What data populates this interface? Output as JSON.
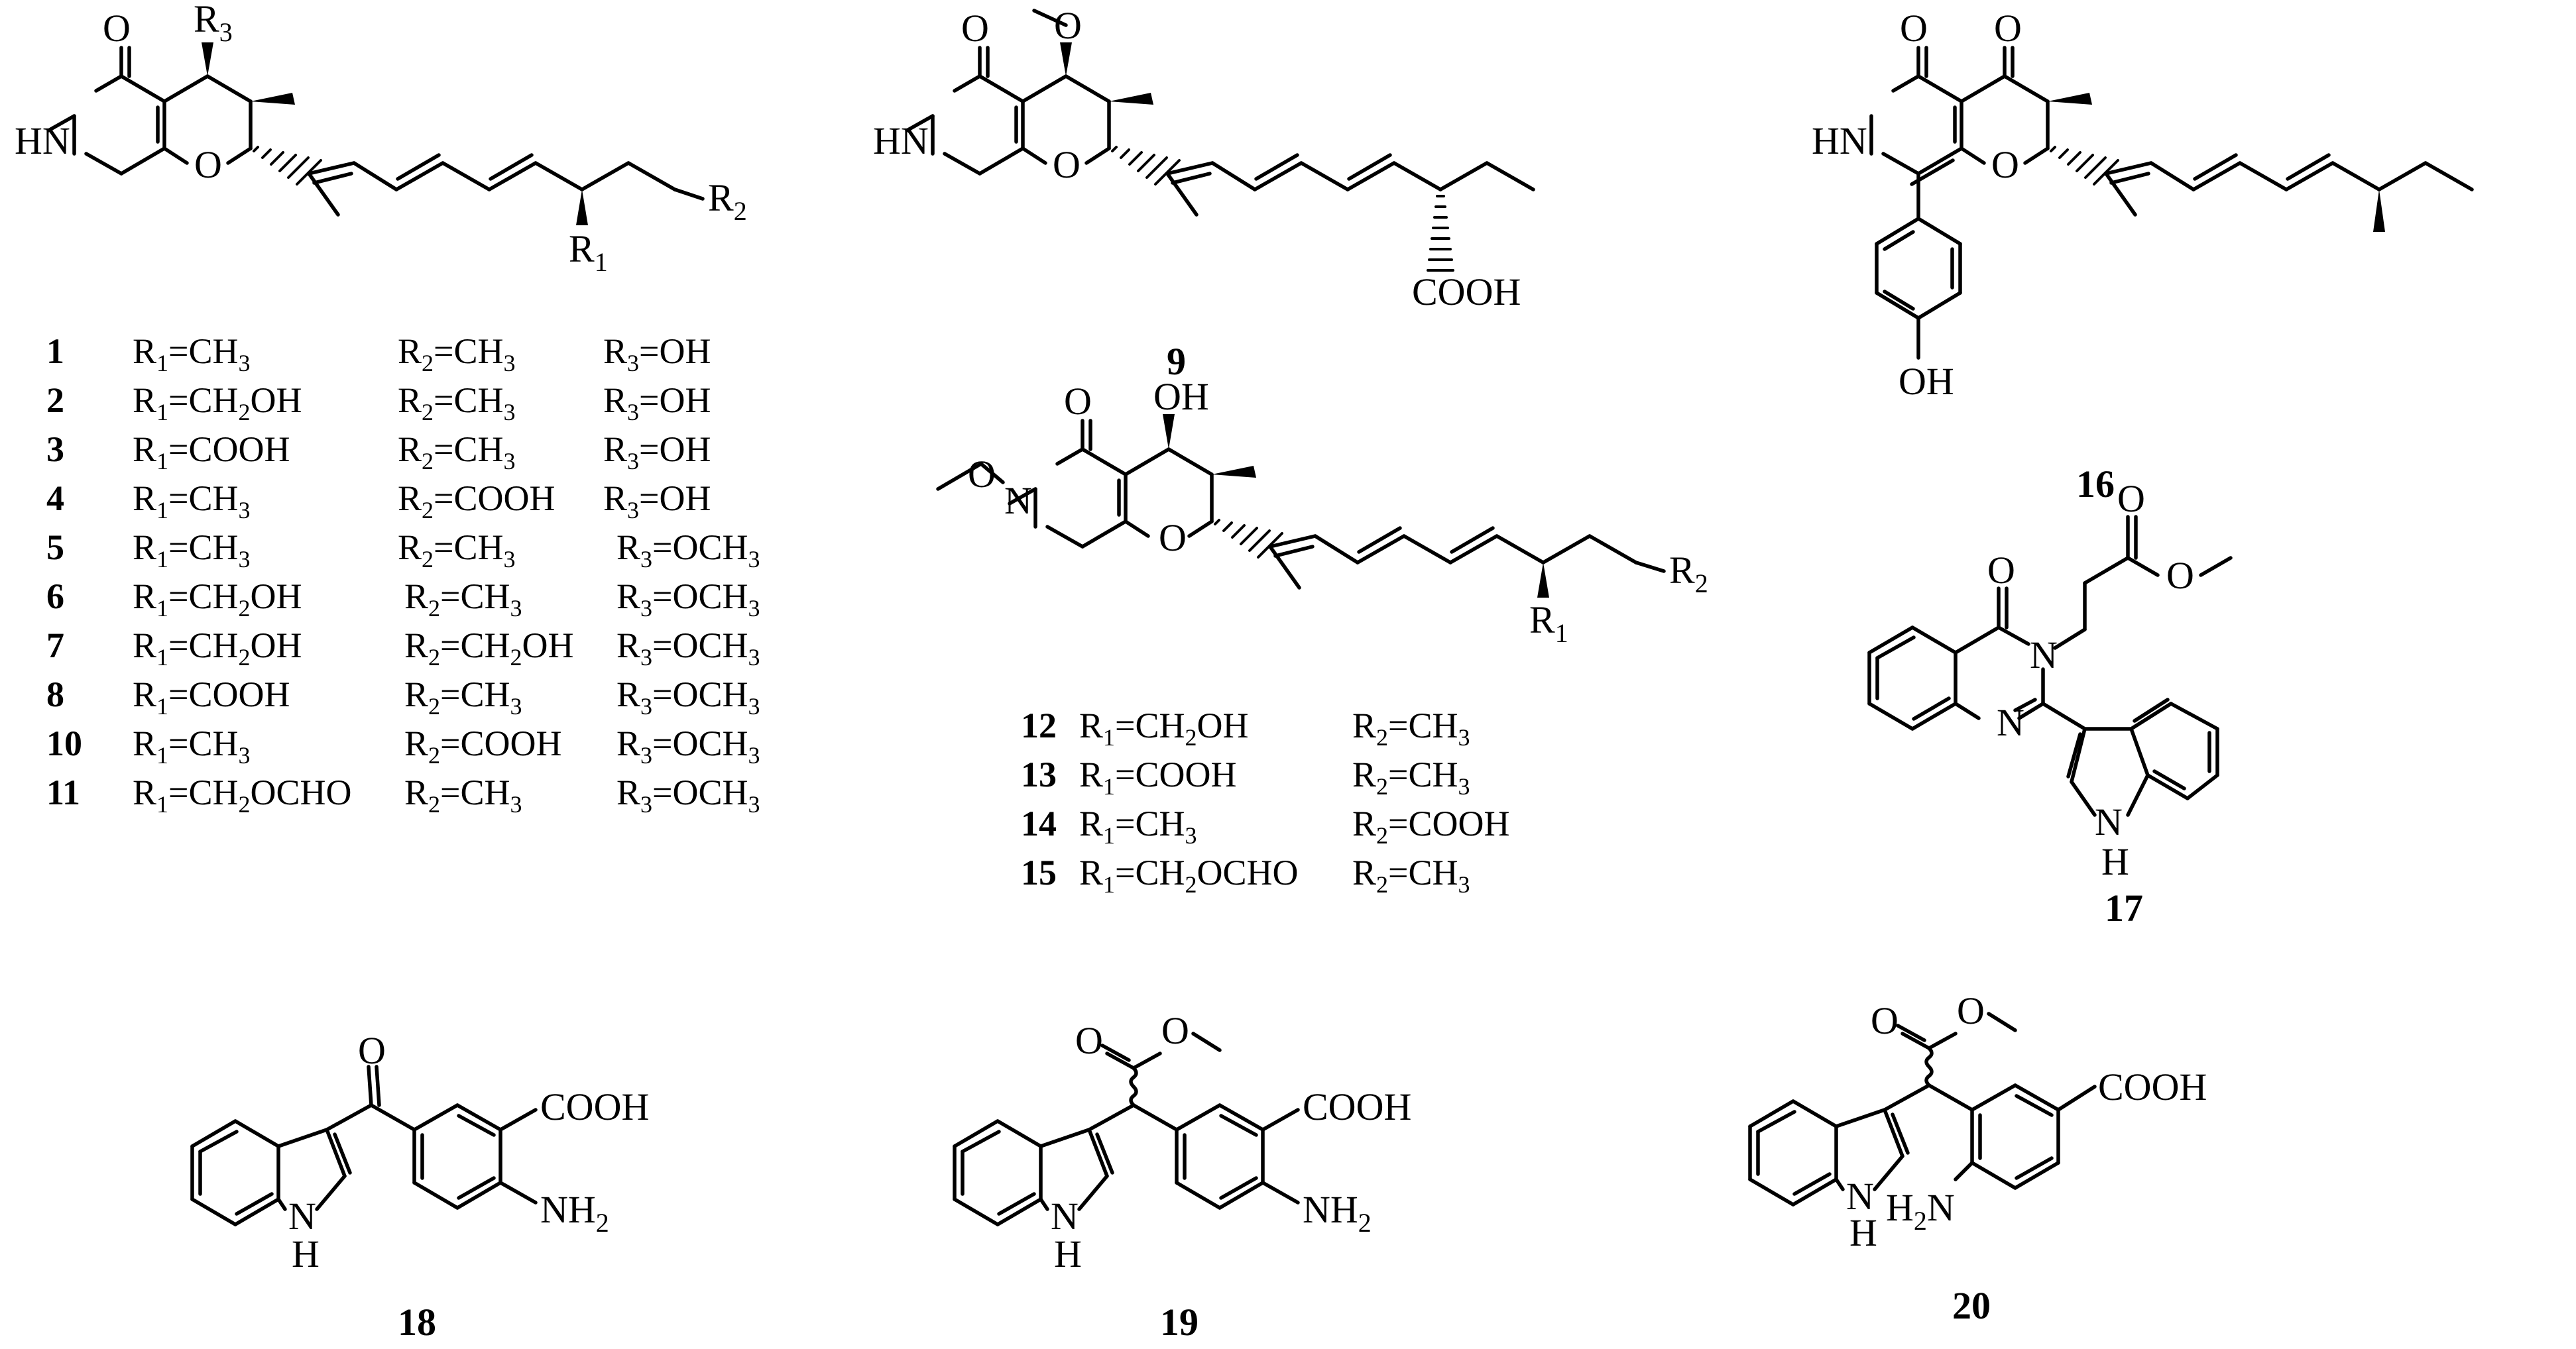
{
  "atoms": {
    "O": "O",
    "N": "N",
    "HN": "HN",
    "NH": "NH",
    "H": "H",
    "OH": "OH",
    "R": "R",
    "COOH": "COOH",
    "H2N_H": "H",
    "H2N_N": "N"
  },
  "subs": {
    "s1": "1",
    "s2": "2",
    "s3": "3"
  },
  "compounds": {
    "c9": "9",
    "c16": "16",
    "c17": "17",
    "c18": "18",
    "c19": "19",
    "c20": "20"
  },
  "table_a": [
    {
      "num": "1",
      "r1": "R1=CH3",
      "r2": "R2=CH3",
      "r3": "R3=OH"
    },
    {
      "num": "2",
      "r1": "R1=CH2OH",
      "r2": "R2=CH3",
      "r3": "R3=OH"
    },
    {
      "num": "3",
      "r1": "R1=COOH",
      "r2": "R2=CH3",
      "r3": "R3=OH"
    },
    {
      "num": "4",
      "r1": "R1=CH3",
      "r2": "R2=COOH",
      "r3": "R3=OH"
    },
    {
      "num": "5",
      "r1": "R1=CH3",
      "r2": "R2=CH3",
      "r3": "R3=OCH3"
    },
    {
      "num": "6",
      "r1": "R1=CH2OH",
      "r2": "R2=CH3",
      "r3": "R3=OCH3"
    },
    {
      "num": "7",
      "r1": "R1=CH2OH",
      "r2": "R2=CH2OH",
      "r3": "R3=OCH3"
    },
    {
      "num": "8",
      "r1": "R1=COOH",
      "r2": "R2=CH3",
      "r3": "R3=OCH3"
    },
    {
      "num": "10",
      "r1": "R1=CH3",
      "r2": "R2=COOH",
      "r3": "R3=OCH3"
    },
    {
      "num": "11",
      "r1": "R1=CH2OCHO",
      "r2": "R2=CH3",
      "r3": "R3=OCH3"
    }
  ],
  "table_b": [
    {
      "num": "12",
      "r1": "R1=CH2OH",
      "r2": "R2=CH3"
    },
    {
      "num": "13",
      "r1": "R1=COOH",
      "r2": "R2=CH3"
    },
    {
      "num": "14",
      "r1": "R1=CH3",
      "r2": "R2=COOH"
    },
    {
      "num": "15",
      "r1": "R1=CH2OCHO",
      "r2": "R2=CH3"
    }
  ]
}
